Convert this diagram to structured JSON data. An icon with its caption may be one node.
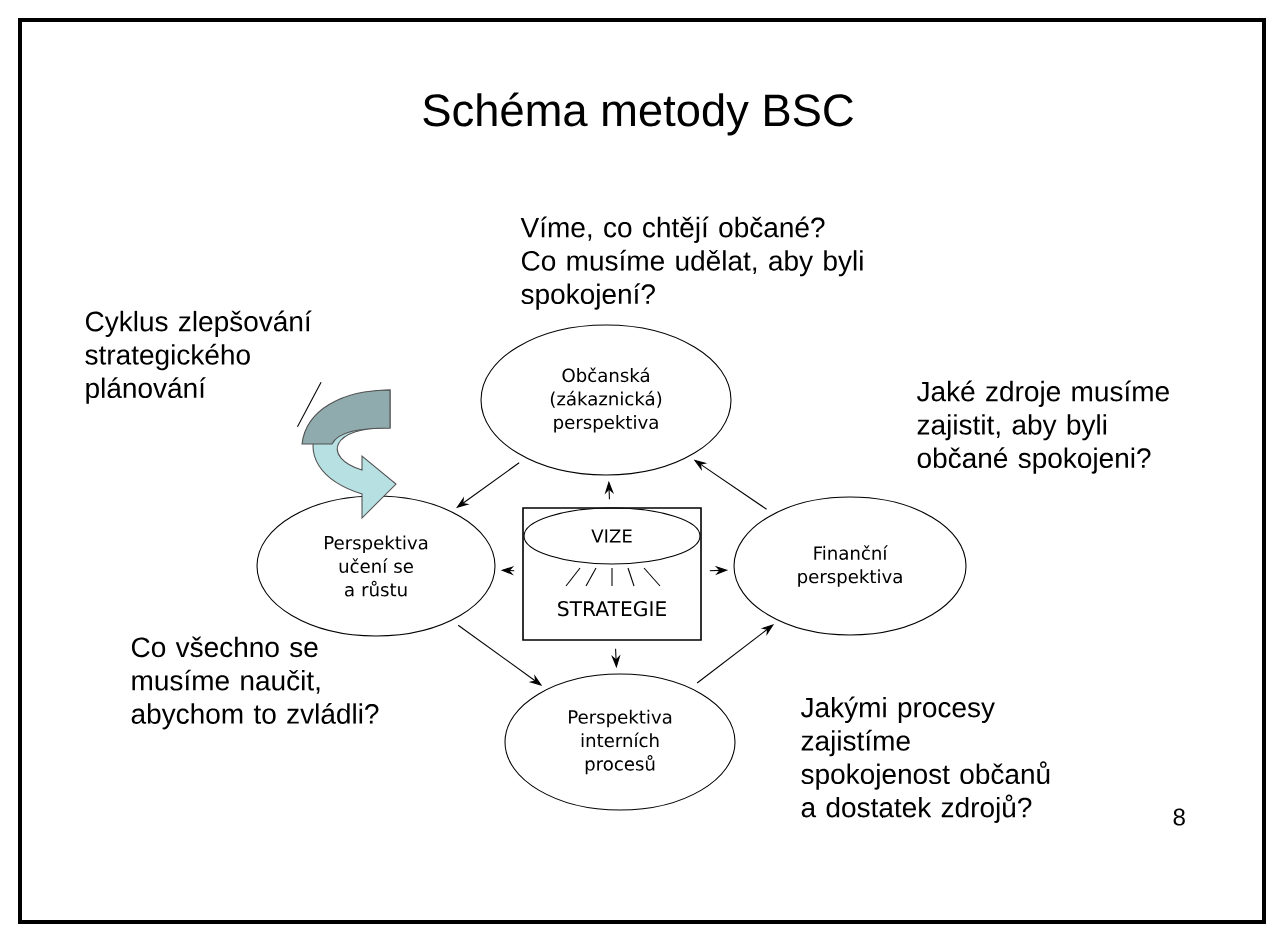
{
  "diagram": {
    "title": "Schéma metody BSC",
    "nodes": [
      {
        "text": [
          "Občanská (zákaznická) perspektiva"
        ]
      },
      {
        "text": [
          "Cyklus zlepšování strategického plánování"
        ]
      },
      {
        "text": [],
        "shape": "arrow"
      },
      {
        "text": [
          "Perspektiva učení se a růstu"
        ]
      },
      {
        "text": [
          "STRATEGIE"
        ]
      },
      {
        "text": [
          "VIZE"
        ],
        "in": 4
      },
      {
        "text": [
          "Finanční perspektiva"
        ]
      },
      {
        "text": [
          "Perspektiva interních procesů"
        ]
      }
    ],
    "edges": [
      {
        "from": 0,
        "to": 3,
        "arrow": "to"
      },
      {
        "from": 3,
        "to": 7,
        "arrow": "to"
      },
      {
        "from": 7,
        "to": 6,
        "arrow": "to"
      },
      {
        "from": 6,
        "to": 0,
        "arrow": "to"
      },
      {
        "from": 4,
        "to": 0,
        "arrow": "to"
      },
      {
        "from": 4,
        "to": 3,
        "arrow": "to"
      },
      {
        "from": 4,
        "to": 6,
        "arrow": "to"
      },
      {
        "from": 4,
        "to": 7,
        "arrow": "to"
      },
      {
        "from": 1,
        "to": 2,
        "arrow": "none"
      }
    ],
    "labels": [
      "Víme, co chtějí občané? Co musíme udělat, aby byli spokojení?",
      "Jaké zdroje musíme zajistit, aby byli občané spokojeni?",
      "Co všechno se musíme naučit, abychom to zvládli?",
      "Jakými procesy zajistíme spokojenost občanů a dostatek zdrojů?",
      "8"
    ]
  }
}
